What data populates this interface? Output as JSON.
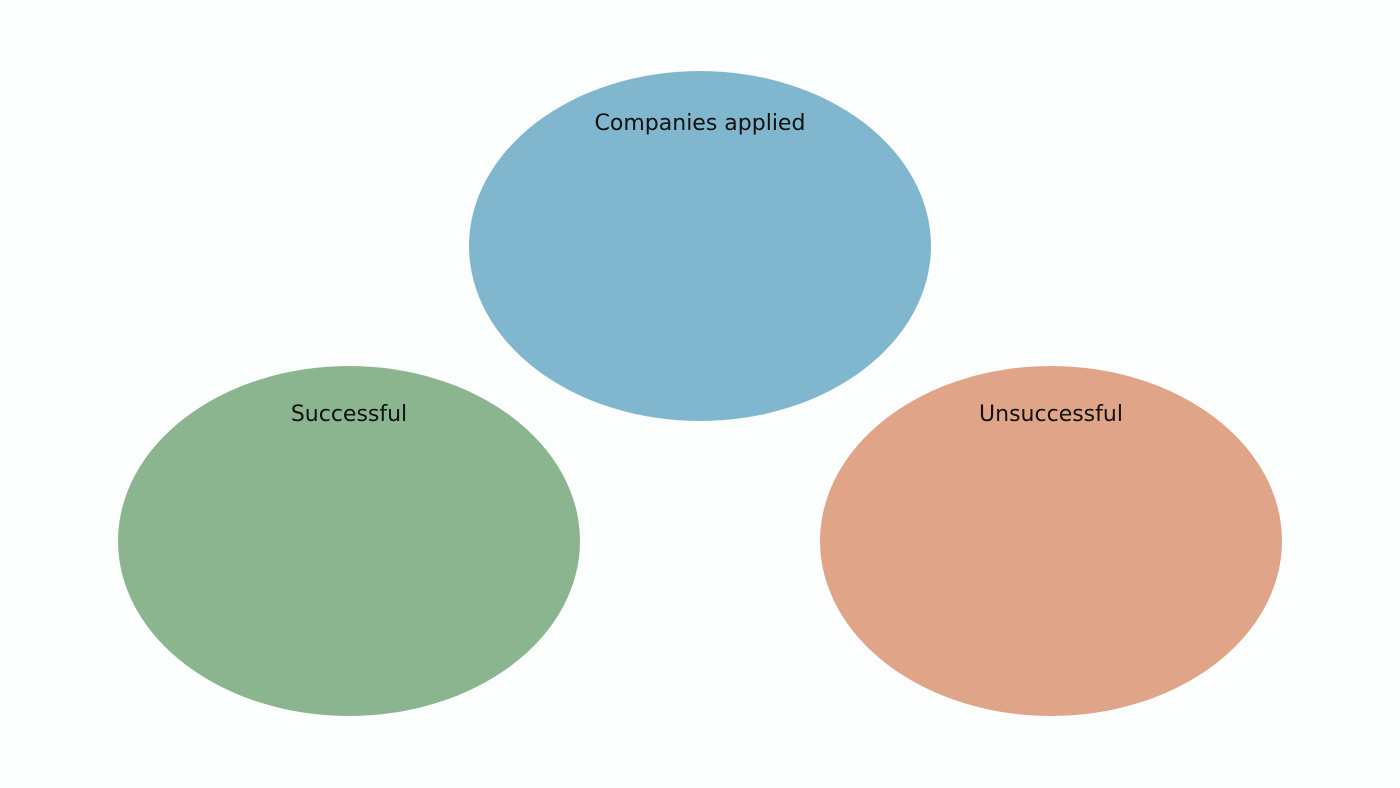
{
  "diagram": {
    "nodes": [
      {
        "id": "top",
        "label": "Companies applied",
        "color": "#81b7ce"
      },
      {
        "id": "left",
        "label": "Successful",
        "color": "#8bb58f"
      },
      {
        "id": "right",
        "label": "Unsuccessful",
        "color": "#e0a588"
      }
    ]
  }
}
